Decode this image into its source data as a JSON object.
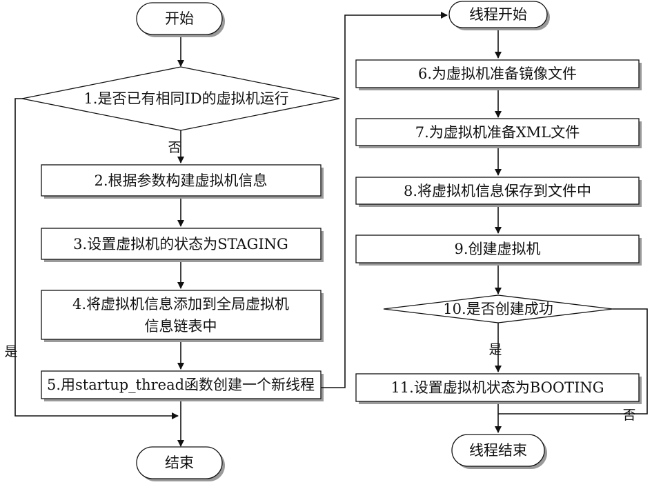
{
  "left": {
    "start": "开始",
    "decision1": "1.是否已有相同ID的虚拟机运行",
    "no_label": "否",
    "yes_label": "是",
    "step2": "2.根据参数构建虚拟机信息",
    "step3": "3.设置虚拟机的状态为STAGING",
    "step4_line1": "4.将虚拟机信息添加到全局虚拟机",
    "step4_line2": "信息链表中",
    "step5": "5.用startup_thread函数创建一个新线程",
    "end": "结束"
  },
  "right": {
    "start": "线程开始",
    "step6": "6.为虚拟机准备镜像文件",
    "step7": "7.为虚拟机准备XML文件",
    "step8": "8.将虚拟机信息保存到文件中",
    "step9": "9.创建虚拟机",
    "decision10": "10.是否创建成功",
    "yes_label": "是",
    "no_label": "否",
    "step11": "11.设置虚拟机状态为BOOTING",
    "end": "线程结束"
  }
}
